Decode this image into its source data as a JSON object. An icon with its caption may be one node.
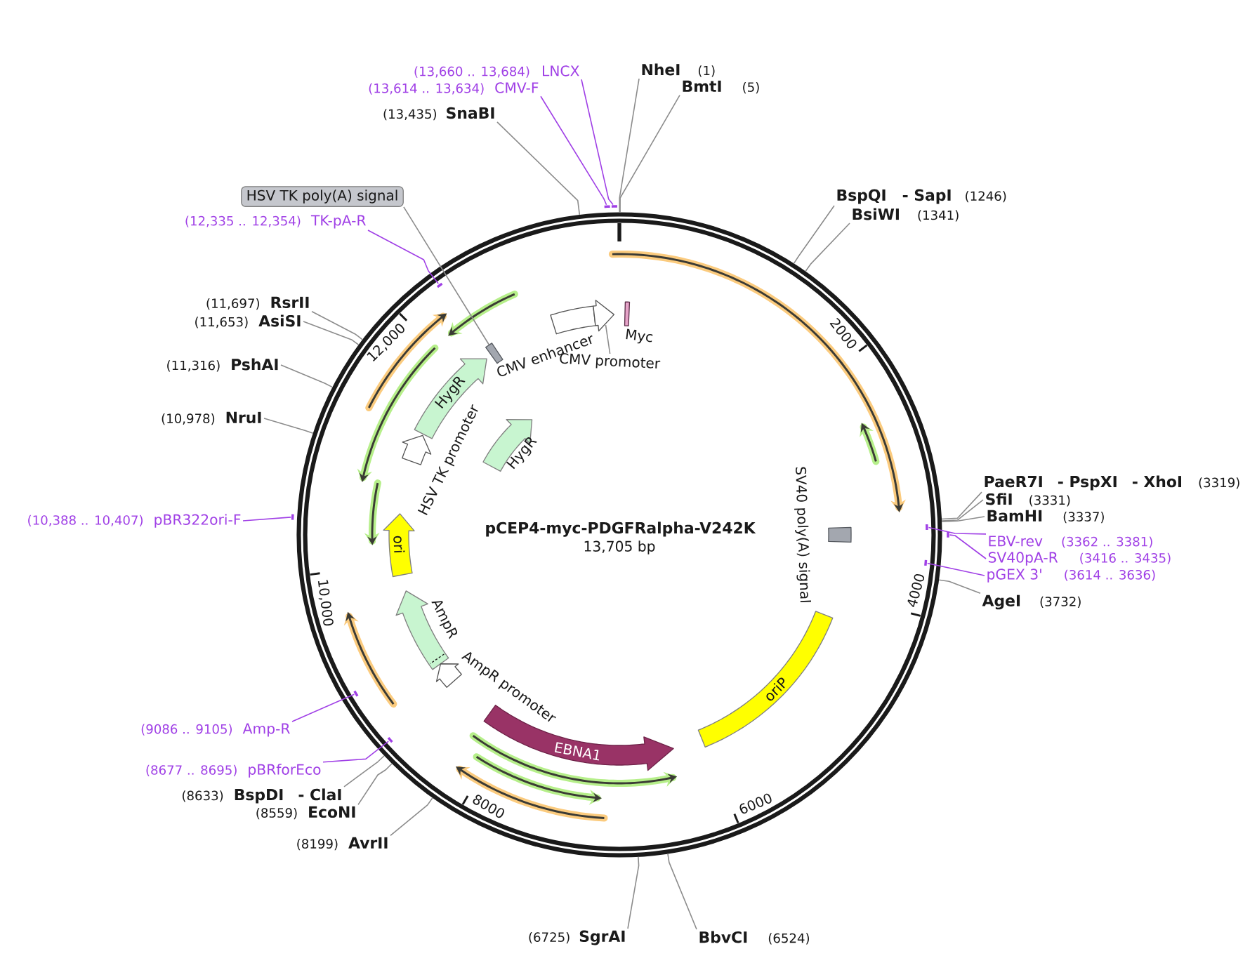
{
  "diagram": {
    "title": "pCEP4-myc-PDGFRalpha-V242K",
    "nodes": [
      {
        "text": [],
        "shape": "circle"
      },
      {
        "text": [
          "NheI",
          "(1)"
        ]
      },
      {
        "text": [
          "(13,660 .. 13,684)",
          "LNCX"
        ]
      },
      {
        "text": [
          "BmtI",
          "(5)"
        ]
      },
      {
        "text": [
          "(13,614 .. 13,634)",
          "CMV-F"
        ]
      },
      {
        "text": [
          "(13,435)",
          "SnaBI"
        ]
      },
      {
        "text": [],
        "shape": "bar"
      },
      {
        "text": [],
        "shape": "bar"
      },
      {
        "text": [
          "HSV TK poly(A) signal"
        ]
      },
      {
        "text": [
          "BspQI",
          "- SapI",
          "(1246)"
        ]
      },
      {
        "text": [
          "BsiWI",
          "(1341)"
        ]
      },
      {
        "text": [
          "(12,335 .. 12,354)",
          "TK-pA-R"
        ]
      },
      {
        "text": [],
        "shape": "bar",
        "in": 0
      },
      {
        "text": [
          "(11,697)",
          "RsrII"
        ]
      },
      {
        "text": [
          "(11,653)",
          "AsiSI"
        ]
      },
      {
        "text": [],
        "shape": "box",
        "beside": [
          "CMV enhancer"
        ],
        "in": 0
      },
      {
        "text": [],
        "shape": "bar",
        "beside": [
          "Myc"
        ],
        "in": 0
      },
      {
        "text": [],
        "shape": "arrow",
        "in": 0
      },
      {
        "text": [],
        "shape": "box",
        "in": 0
      },
      {
        "text": [
          "CMV promoter"
        ],
        "in": 0
      },
      {
        "text": [
          "(11,316)",
          "PshAI"
        ]
      },
      {
        "text": [
          "HygR"
        ],
        "in": 0
      },
      {
        "text": [
          "(10,978)",
          "NruI"
        ]
      },
      {
        "text": [],
        "shape": "arrow",
        "beside": [
          "HSV TK promoter"
        ],
        "in": 0
      },
      {
        "text": [],
        "shape": "arrow",
        "beside": [
          "HygR"
        ],
        "in": 0
      },
      {
        "text": [
          "PaeR7I",
          "- PspXI",
          "- XhoI",
          "(3319)"
        ]
      },
      {
        "text": [
          "SfiI",
          "(3331)"
        ]
      },
      {
        "text": [
          "BamHI",
          "(3337)"
        ]
      },
      {
        "text": [
          "(10,388 .. 10,407)",
          "pBR322ori-F"
        ]
      },
      {
        "text": [],
        "shape": "bar"
      },
      {
        "text": [],
        "shape": "bar",
        "in": 0
      },
      {
        "text": [],
        "shape": "bar"
      },
      {
        "text": [
          "EBV-rev",
          "(3362 .. 3381)"
        ]
      },
      {
        "text": [
          "SV40pA-R",
          "(3416 .. 3435)"
        ]
      },
      {
        "text": [],
        "shape": "box",
        "beside": [
          "SV40 poly(A) signal"
        ],
        "in": 0
      },
      {
        "text": [
          "ori"
        ],
        "in": 0
      },
      {
        "text": [],
        "shape": "bar",
        "in": 0
      },
      {
        "text": [
          "pGEX 3'",
          "(3614 .. 3636)"
        ]
      },
      {
        "text": [
          "AgeI",
          "(3732)"
        ]
      },
      {
        "text": [],
        "shape": "arrow",
        "beside": [
          "AmpR"
        ],
        "in": 0
      },
      {
        "text": [
          "oriP"
        ],
        "in": 0
      },
      {
        "text": [],
        "shape": "arrow",
        "beside": [
          "AmpR promoter"
        ],
        "in": 0
      },
      {
        "text": [],
        "shape": "bar",
        "in": 0
      },
      {
        "text": [
          "EBNA1"
        ],
        "in": 0
      },
      {
        "text": [
          "(9086 .. 9105)",
          "Amp-R"
        ]
      },
      {
        "text": [],
        "shape": "bar",
        "in": 0
      },
      {
        "text": [
          "(8677 .. 8695)",
          "pBRforEco"
        ]
      },
      {
        "text": [
          "(8633)",
          "BspDI",
          "- ClaI"
        ]
      },
      {
        "text": [
          "(8559)",
          "EcoNI"
        ]
      },
      {
        "text": [
          "(8199)",
          "AvrII"
        ]
      },
      {
        "text": [
          "(6725)",
          "SgrAI"
        ]
      },
      {
        "text": [
          "BbvCI",
          "(6524)"
        ]
      }
    ],
    "edges": [
      {
        "from": 1,
        "to": 0,
        "arrow": "none"
      },
      {
        "from": 2,
        "to": 6,
        "arrow": "none",
        "color": "#a040e6"
      },
      {
        "from": 3,
        "to": 0,
        "arrow": "none"
      },
      {
        "from": 4,
        "to": 7,
        "arrow": "none",
        "color": "#a040e6"
      },
      {
        "from": 5,
        "to": 0,
        "arrow": "none"
      },
      {
        "from": 8,
        "to": 18,
        "arrow": "none"
      },
      {
        "from": 9,
        "to": 0,
        "arrow": "none"
      },
      {
        "from": 10,
        "to": 0,
        "arrow": "none"
      },
      {
        "from": 11,
        "to": 12,
        "arrow": "none",
        "color": "#a040e6"
      },
      {
        "from": 13,
        "to": 0,
        "arrow": "none"
      },
      {
        "from": 14,
        "to": 0,
        "arrow": "none"
      },
      {
        "from": 19,
        "to": 17,
        "arrow": "none"
      },
      {
        "from": 20,
        "to": 0,
        "arrow": "none"
      },
      {
        "from": 22,
        "to": 0,
        "arrow": "none"
      },
      {
        "from": 25,
        "to": 0,
        "arrow": "none"
      },
      {
        "from": 26,
        "to": 0,
        "arrow": "none"
      },
      {
        "from": 27,
        "to": 0,
        "arrow": "none"
      },
      {
        "from": 28,
        "to": 29,
        "arrow": "none",
        "color": "#a040e6"
      },
      {
        "from": 32,
        "to": 30,
        "arrow": "none",
        "color": "#a040e6"
      },
      {
        "from": 33,
        "to": 31,
        "arrow": "none",
        "color": "#a040e6"
      },
      {
        "from": 37,
        "to": 36,
        "arrow": "none",
        "color": "#a040e6"
      },
      {
        "from": 38,
        "to": 0,
        "arrow": "none"
      },
      {
        "from": 44,
        "to": 42,
        "arrow": "none",
        "color": "#a040e6"
      },
      {
        "from": 46,
        "to": 45,
        "arrow": "none",
        "color": "#a040e6"
      },
      {
        "from": 47,
        "to": 0,
        "arrow": "none"
      },
      {
        "from": 48,
        "to": 0,
        "arrow": "none"
      },
      {
        "from": 49,
        "to": 0,
        "arrow": "none"
      },
      {
        "from": 50,
        "to": 0,
        "arrow": "none"
      },
      {
        "from": 51,
        "to": 0,
        "arrow": "none"
      }
    ],
    "labels": [
      "12,000",
      "2000",
      "13,705 bp",
      "10,000",
      "4000",
      "8000",
      "6000"
    ]
  }
}
